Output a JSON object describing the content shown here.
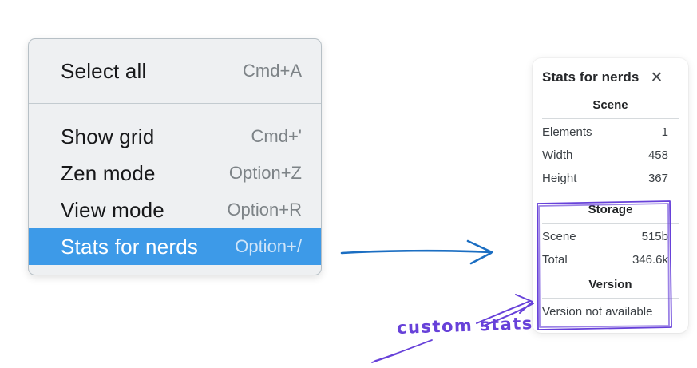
{
  "colors": {
    "menu_background": "#eef0f2",
    "menu_border": "#b7c0c6",
    "menu_text": "#17181a",
    "menu_shortcut": "#7d8387",
    "highlight_background": "#3d9ae8",
    "highlight_text": "#ffffff",
    "highlight_shortcut": "#cfe5f9",
    "panel_text": "#343a40",
    "panel_divider": "#d6dadd",
    "blue_arrow": "#1b6ec2",
    "annotation_purple": "#6741d9"
  },
  "context_menu": {
    "groups": [
      {
        "items": [
          {
            "label": "Select all",
            "shortcut": "Cmd+A"
          }
        ]
      },
      {
        "items": [
          {
            "label": "Show grid",
            "shortcut": "Cmd+'"
          },
          {
            "label": "Zen mode",
            "shortcut": "Option+Z"
          },
          {
            "label": "View mode",
            "shortcut": "Option+R"
          },
          {
            "label": "Stats for nerds",
            "shortcut": "Option+/",
            "highlighted": true
          }
        ]
      }
    ]
  },
  "stats_panel": {
    "title": "Stats for nerds",
    "close_glyph": "✕",
    "sections": [
      {
        "header": "Scene",
        "rows": [
          {
            "label": "Elements",
            "value": "1"
          },
          {
            "label": "Width",
            "value": "458"
          },
          {
            "label": "Height",
            "value": "367"
          }
        ]
      },
      {
        "header": "Storage",
        "rows": [
          {
            "label": "Scene",
            "value": "515b"
          },
          {
            "label": "Total",
            "value": "346.6k"
          }
        ]
      },
      {
        "header": "Version",
        "rows": [],
        "note": "Version not available"
      }
    ]
  },
  "annotation": {
    "label": "custom stats"
  }
}
